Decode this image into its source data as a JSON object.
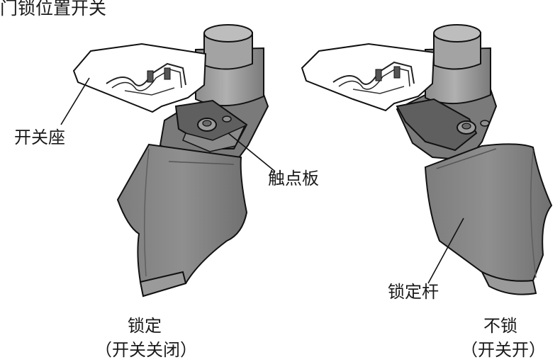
{
  "title": "门锁位置开关",
  "labels": {
    "switch_seat": "开关座",
    "contact_plate": "触点板",
    "lock_rod": "锁定杆"
  },
  "captions": {
    "left_state": "锁定",
    "left_detail": "（开关关闭）",
    "right_state": "不锁",
    "right_detail": "（开关开）"
  },
  "colors": {
    "body_fill": "#8a8a8a",
    "body_shade": "#6e6e6e",
    "body_light": "#a9a9a9",
    "cap_fill": "#9a9a9a",
    "outline": "#111111",
    "plate_fill": "#ffffff"
  }
}
